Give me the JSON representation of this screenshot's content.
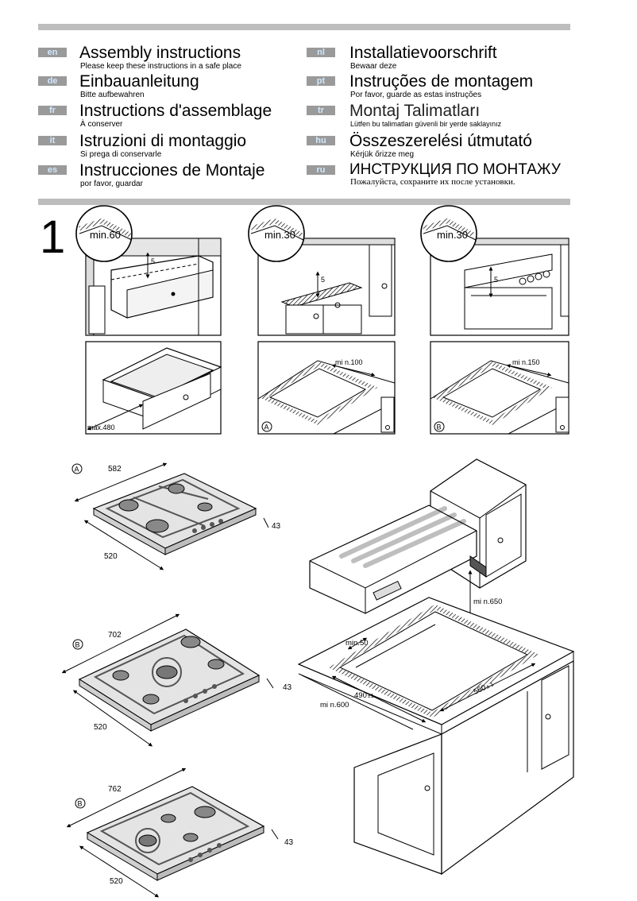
{
  "languages": [
    {
      "code": "en",
      "title": "Assembly instructions",
      "subtitle": "Please keep these instructions in a safe place"
    },
    {
      "code": "de",
      "title": "Einbauanleitung",
      "subtitle": "Bitte aufbewahren"
    },
    {
      "code": "fr",
      "title": "Instructions d'assemblage",
      "subtitle": "À conserver"
    },
    {
      "code": "it",
      "title": "Istruzioni di montaggio",
      "subtitle": "Si prega di conservarle"
    },
    {
      "code": "es",
      "title": "Instrucciones de Montaje",
      "subtitle": "por favor, guardar"
    },
    {
      "code": "nl",
      "title": "Installatievoorschrift",
      "subtitle": "Bewaar deze"
    },
    {
      "code": "pt",
      "title": "Instruções de montagem",
      "subtitle": "Por favor, guarde as estas instruções"
    },
    {
      "code": "tr",
      "title": "Montaj Talimatları",
      "subtitle": "Lütfen bu talimatları güvenli bir yerde saklayınız"
    },
    {
      "code": "hu",
      "title": "Összeszerelési útmutató",
      "subtitle": "Kérjük őrizze meg"
    },
    {
      "code": "ru",
      "title": "ИНСТРУКЦИЯ ПО МОНТАЖУ",
      "subtitle": "Пожалуйста, сохраните их после установки."
    }
  ],
  "step": {
    "number": "1"
  },
  "panels": {
    "p1": {
      "zoom": "min.60",
      "gap": "5"
    },
    "p2": {
      "zoom": "min.30",
      "gap": "5"
    },
    "p3": {
      "zoom": "min.30",
      "gap": "5"
    },
    "p4": {
      "dim": "máx.480"
    },
    "p5": {
      "dim": "mi n.100",
      "marker": "A"
    },
    "p6": {
      "dim": "mi n.150",
      "marker": "B"
    }
  },
  "hobs": [
    {
      "marker": "A",
      "width": "582",
      "depth": "520",
      "height": "43"
    },
    {
      "marker": "B",
      "width": "702",
      "depth": "520",
      "height": "43"
    },
    {
      "marker": "B",
      "width": "762",
      "depth": "520",
      "height": "43"
    }
  ],
  "cutout": {
    "hood_clearance": "mi n.650",
    "rear": "min.50",
    "depth": "490",
    "depth_tol": "±1",
    "width": "560",
    "width_tol": "± 1",
    "front": "mi n.600"
  }
}
